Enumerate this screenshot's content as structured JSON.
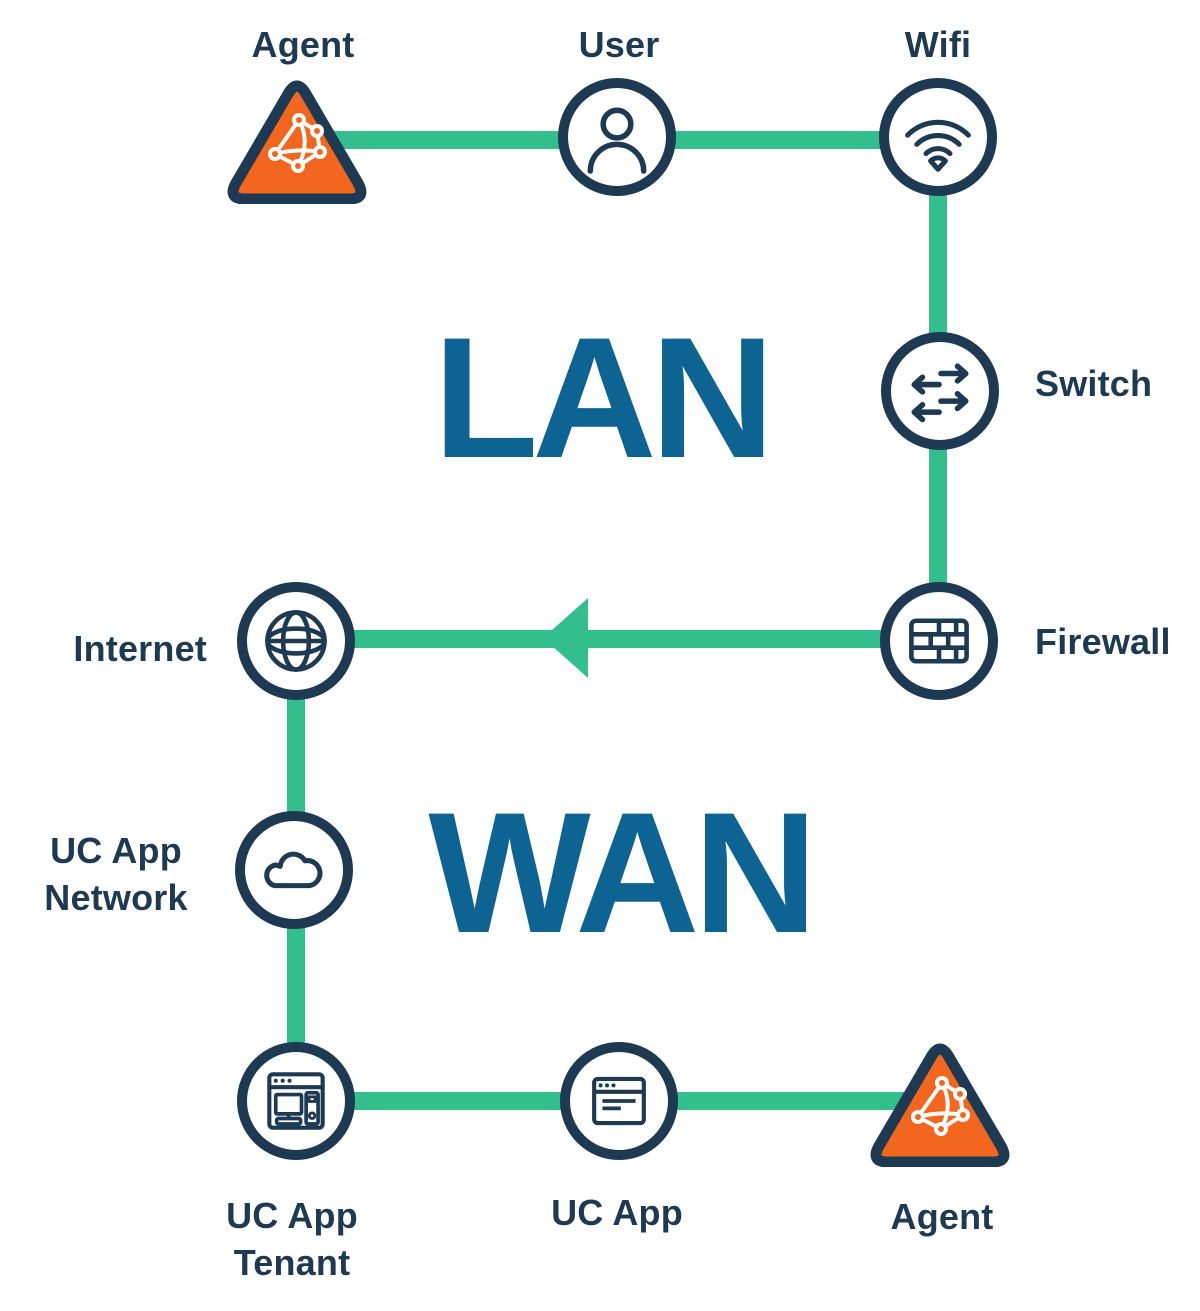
{
  "colors": {
    "navy": "#1E3A52",
    "green": "#32BE8D",
    "orange": "#F3661E",
    "blue": "#0D6493",
    "node_fill": "#FFFFFF"
  },
  "sections": [
    {
      "id": "lan",
      "label": "LAN"
    },
    {
      "id": "wan",
      "label": "WAN"
    }
  ],
  "nodes": {
    "agent_top": {
      "label": "Agent",
      "shape": "triangle",
      "icon": "mesh-network-icon"
    },
    "user": {
      "label": "User",
      "shape": "circle",
      "icon": "user-icon"
    },
    "wifi": {
      "label": "Wifi",
      "shape": "circle",
      "icon": "wifi-icon"
    },
    "switch": {
      "label": "Switch",
      "shape": "circle",
      "icon": "switch-arrows-icon"
    },
    "firewall": {
      "label": "Firewall",
      "shape": "circle",
      "icon": "firewall-brick-icon"
    },
    "internet": {
      "label": "Internet",
      "shape": "circle",
      "icon": "globe-icon"
    },
    "uc_app_network": {
      "label": "UC App Network",
      "lines": [
        "UC App",
        "Network"
      ],
      "shape": "circle",
      "icon": "cloud-icon"
    },
    "uc_app_tenant": {
      "label": "UC App Tenant",
      "lines": [
        "UC App",
        "Tenant"
      ],
      "shape": "circle",
      "icon": "desktop-window-icon"
    },
    "uc_app": {
      "label": "UC App",
      "shape": "circle",
      "icon": "browser-window-icon"
    },
    "agent_bottom": {
      "label": "Agent",
      "shape": "triangle",
      "icon": "mesh-network-icon"
    }
  },
  "connections": [
    {
      "from": "agent_top",
      "to": "user"
    },
    {
      "from": "user",
      "to": "wifi"
    },
    {
      "from": "wifi",
      "to": "switch"
    },
    {
      "from": "switch",
      "to": "firewall"
    },
    {
      "from": "firewall",
      "to": "internet",
      "arrow": "points-to-internet"
    },
    {
      "from": "internet",
      "to": "uc_app_network"
    },
    {
      "from": "uc_app_network",
      "to": "uc_app_tenant"
    },
    {
      "from": "uc_app_tenant",
      "to": "uc_app"
    },
    {
      "from": "uc_app",
      "to": "agent_bottom"
    }
  ]
}
